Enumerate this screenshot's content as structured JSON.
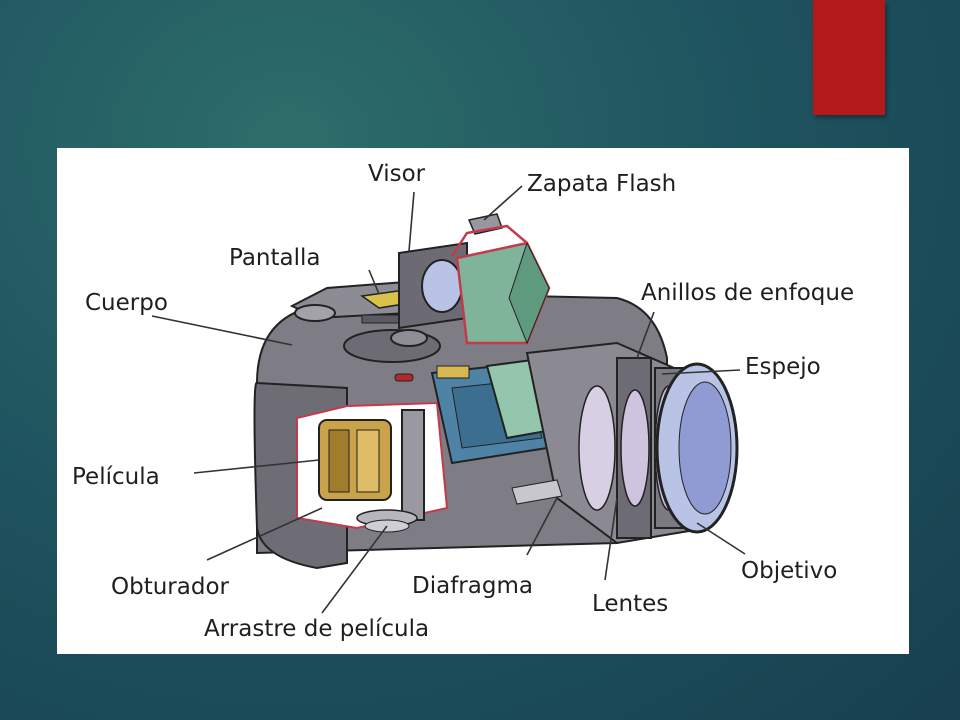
{
  "diagram": {
    "labels": {
      "visor": "Visor",
      "zapata_flash": "Zapata Flash",
      "pantalla": "Pantalla",
      "cuerpo": "Cuerpo",
      "anillos_enfoque": "Anillos de enfoque",
      "espejo": "Espejo",
      "pelicula": "Película",
      "obturador": "Obturador",
      "diafragma": "Diafragma",
      "lentes": "Lentes",
      "objetivo": "Objetivo",
      "arrastre_pelicula": "Arrastre de película"
    }
  },
  "colors": {
    "accent": "#b3191a",
    "background": "#1f5560",
    "camera_body": "#7e7d86",
    "film": "#c9a24a",
    "prism": "#7fb39a",
    "lens_glass": "#b9c3e6"
  }
}
